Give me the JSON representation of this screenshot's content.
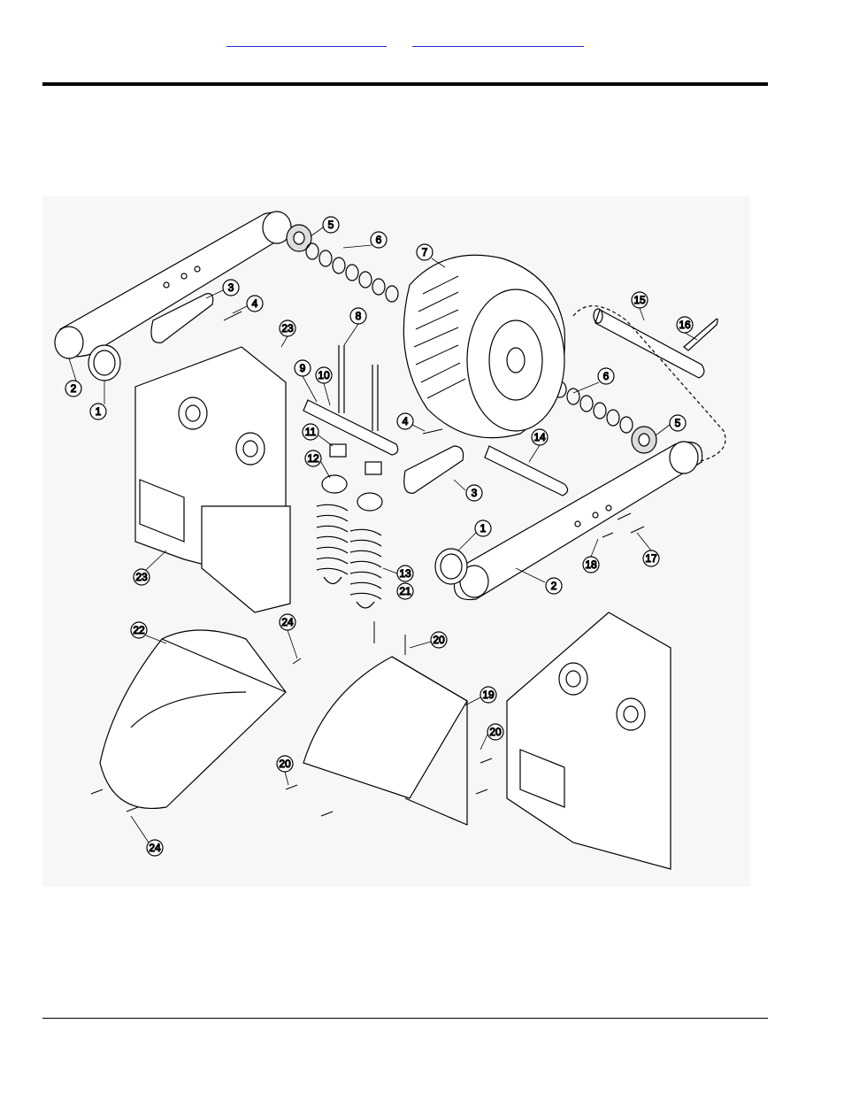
{
  "header": {
    "links": [
      {
        "label": ""
      },
      {
        "label": ""
      }
    ]
  },
  "diagram": {
    "callouts": [
      "1",
      "1",
      "2",
      "2",
      "3",
      "3",
      "4",
      "4",
      "5",
      "5",
      "6",
      "6",
      "7",
      "8",
      "9",
      "10",
      "11",
      "12",
      "13",
      "14",
      "15",
      "16",
      "17",
      "18",
      "19",
      "20",
      "20",
      "20",
      "21",
      "22",
      "23",
      "23",
      "24",
      "24"
    ]
  }
}
